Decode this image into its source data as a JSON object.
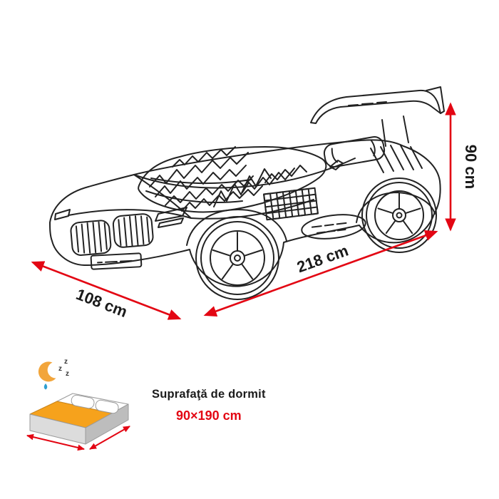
{
  "dimensions": {
    "height": "90 cm",
    "length": "218 cm",
    "width": "108 cm"
  },
  "sleeping_area": {
    "label": "Suprafaţă de dormit",
    "value": "90×190 cm",
    "zzz": [
      "z",
      "z",
      "z"
    ]
  },
  "colors": {
    "accent": "#e30613",
    "ink": "#222222",
    "mattress": "#f6a21c"
  }
}
